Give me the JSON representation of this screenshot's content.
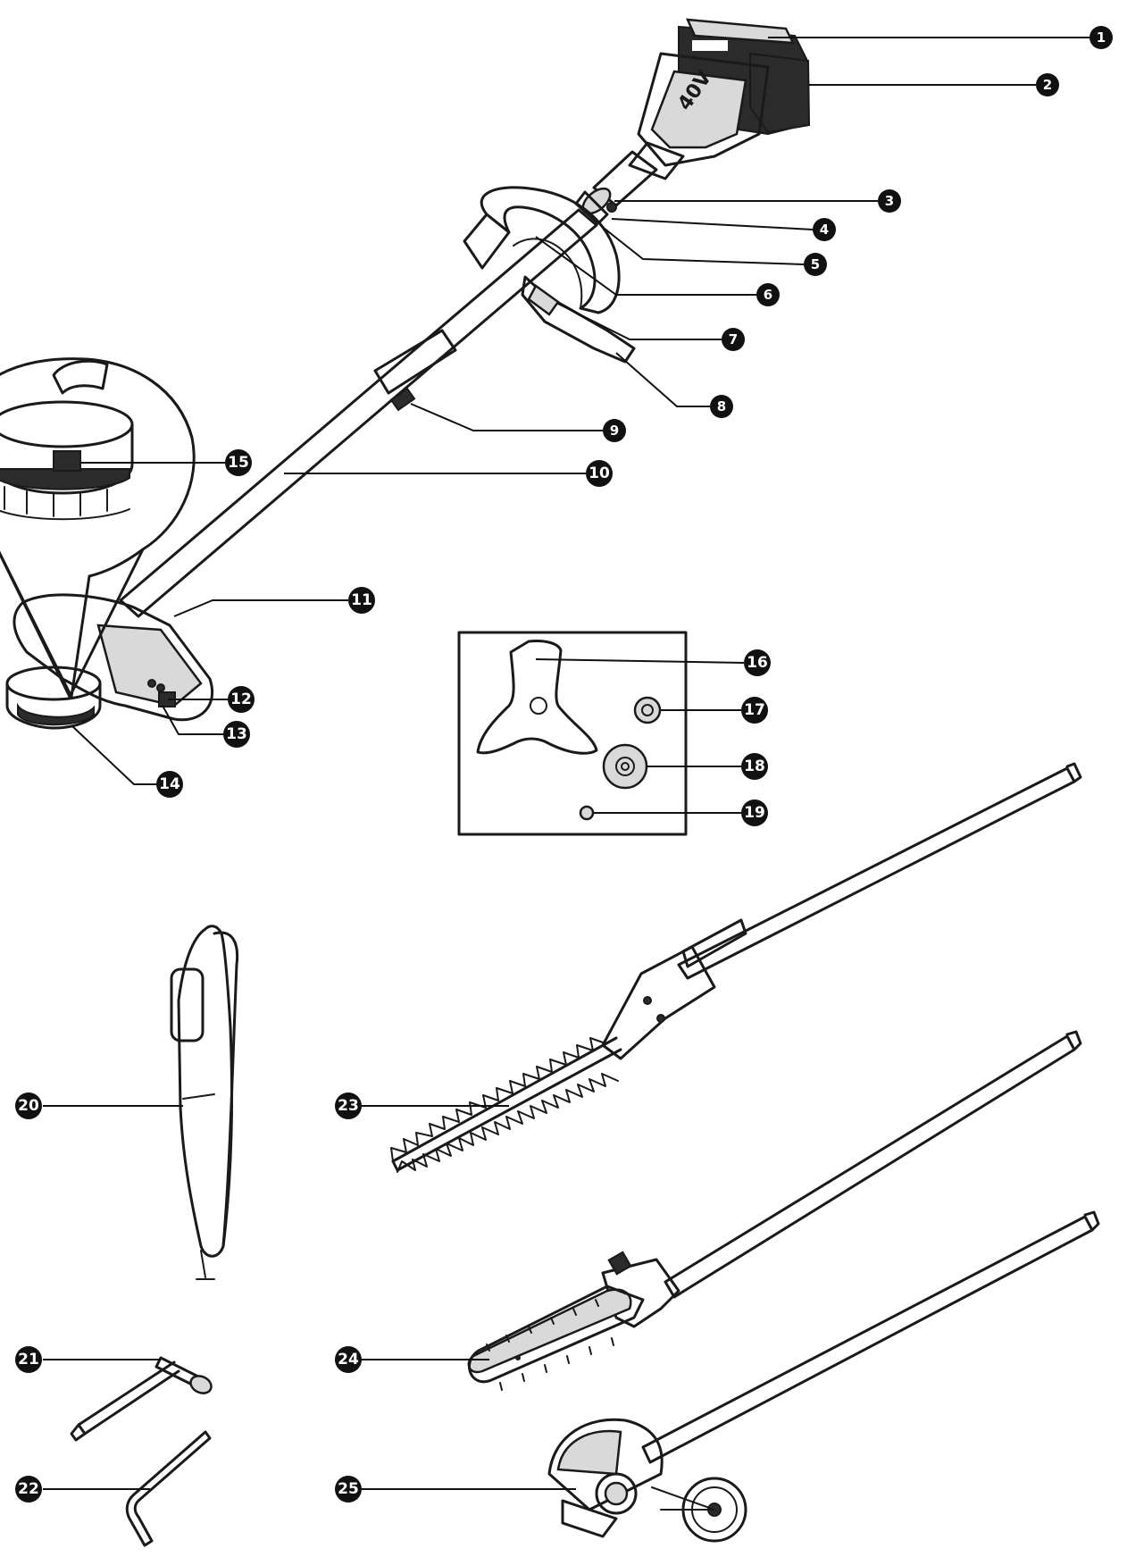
{
  "callouts": [
    {
      "id": 1,
      "label": "1"
    },
    {
      "id": 2,
      "label": "2"
    },
    {
      "id": 3,
      "label": "3"
    },
    {
      "id": 4,
      "label": "4"
    },
    {
      "id": 5,
      "label": "5"
    },
    {
      "id": 6,
      "label": "6"
    },
    {
      "id": 7,
      "label": "7"
    },
    {
      "id": 8,
      "label": "8"
    },
    {
      "id": 9,
      "label": "9"
    },
    {
      "id": 10,
      "label": "10"
    },
    {
      "id": 11,
      "label": "11"
    },
    {
      "id": 12,
      "label": "12"
    },
    {
      "id": 13,
      "label": "13"
    },
    {
      "id": 14,
      "label": "14"
    },
    {
      "id": 15,
      "label": "15"
    },
    {
      "id": 16,
      "label": "16"
    },
    {
      "id": 17,
      "label": "17"
    },
    {
      "id": 18,
      "label": "18"
    },
    {
      "id": 19,
      "label": "19"
    },
    {
      "id": 20,
      "label": "20"
    },
    {
      "id": 21,
      "label": "21"
    },
    {
      "id": 22,
      "label": "22"
    },
    {
      "id": 23,
      "label": "23"
    },
    {
      "id": 24,
      "label": "24"
    },
    {
      "id": 25,
      "label": "25"
    }
  ],
  "battery_marking": "40V"
}
